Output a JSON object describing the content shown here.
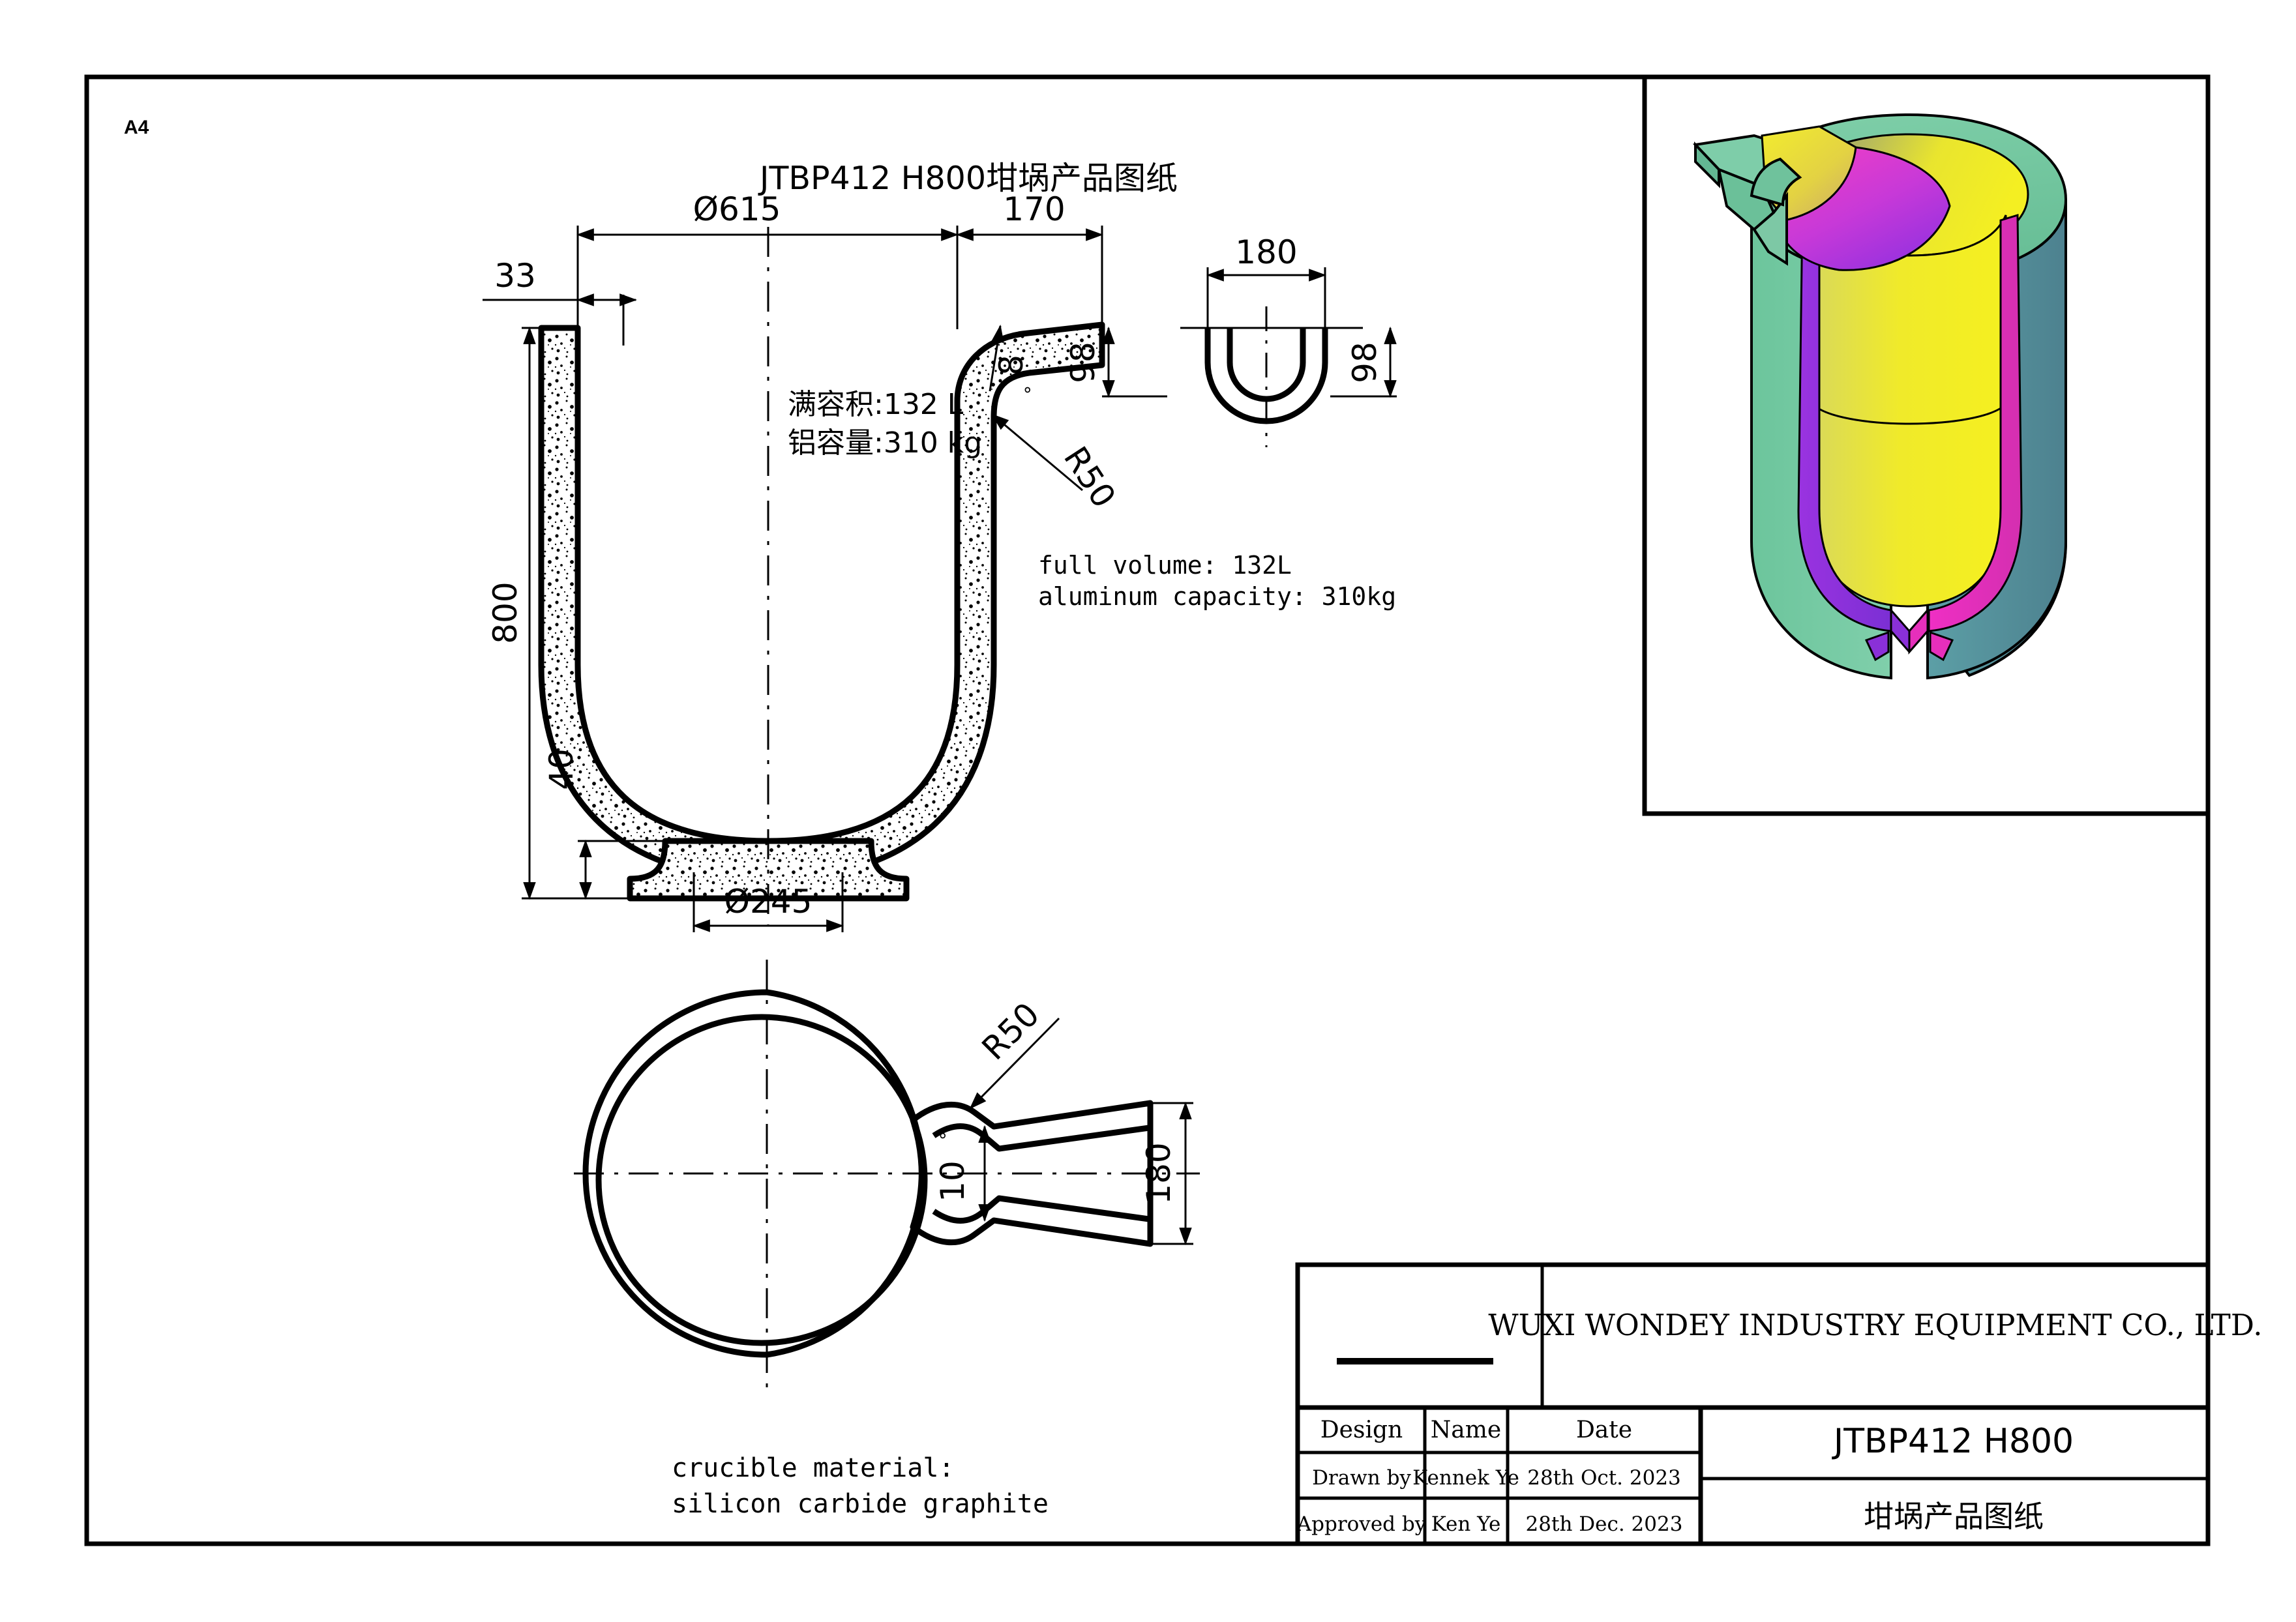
{
  "sheet": {
    "format_label": "A4",
    "drawing_title": "JTBP412  H800坩埚产品图纸"
  },
  "notes": {
    "cn_volume": "满容积:132 L",
    "cn_capacity": "铝容量:310 kg",
    "en_volume": "full volume: 132L",
    "en_capacity": "aluminum capacity: 310kg",
    "material_line1": "crucible material:",
    "material_line2": "silicon carbide graphite"
  },
  "dimensions": {
    "outer_diameter": "Ø615",
    "spout_length": "170",
    "wall_thickness_top": "33",
    "total_height": "800",
    "base_height": "40",
    "base_diameter": "Ø245",
    "spout_height_left": "98",
    "spout_height_right": "98",
    "spout_width": "180",
    "spout_angle": "8",
    "spout_radius_section": "R50",
    "plan_spout_radius": "R50",
    "plan_spout_angle": "10",
    "plan_spout_width": "180",
    "degree_symbol": "°"
  },
  "title_block": {
    "company": "WUXI WONDEY INDUSTRY EQUIPMENT CO., LTD.",
    "part_code": "JTBP412 H800",
    "part_name_cn": "坩埚产品图纸",
    "columns": [
      "Design",
      "Name",
      "Date"
    ],
    "rows": [
      {
        "role": "Drawn by",
        "name": "Kennek Ye",
        "date": "28th Oct. 2023"
      },
      {
        "role": "Approved by",
        "name": "Ken Ye",
        "date": "28th Dec. 2023"
      }
    ]
  },
  "render_3d": {
    "caption": "",
    "colors": {
      "shell_green": "#74c9a4",
      "shell_green_dark": "#5fae8d",
      "cut_magenta": "#ec2fc0",
      "cut_purple": "#9a33e0",
      "inner_yellow": "#f2ea27",
      "inner_teal": "#5f8fa0",
      "outline": "#000000"
    }
  },
  "colors": {
    "line": "#000000",
    "paper": "#ffffff",
    "hatch": "#000000"
  }
}
